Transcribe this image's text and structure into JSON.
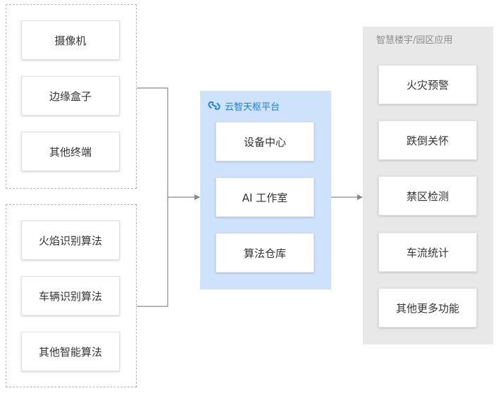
{
  "devices": {
    "items": [
      "摄像机",
      "边缘盒子",
      "其他终端"
    ]
  },
  "algorithms": {
    "items": [
      "火焰识别算法",
      "车辆识别算法",
      "其他智能算法"
    ]
  },
  "platform": {
    "title": "云智天枢平台",
    "icon": "link-icon",
    "items": [
      "设备中心",
      "AI 工作室",
      "算法仓库"
    ],
    "colors": {
      "background": "#cfe2fc",
      "title": "#1a7fe8"
    }
  },
  "applications": {
    "title": "智慧楼宇/园区应用",
    "items": [
      "火灾预警",
      "跌倒关怀",
      "禁区检测",
      "车流统计",
      "其他更多功能"
    ]
  },
  "colors": {
    "connector": "#8a8a8a",
    "dashed_border": "#b9b9b9",
    "app_panel": "#e8e8e8"
  }
}
